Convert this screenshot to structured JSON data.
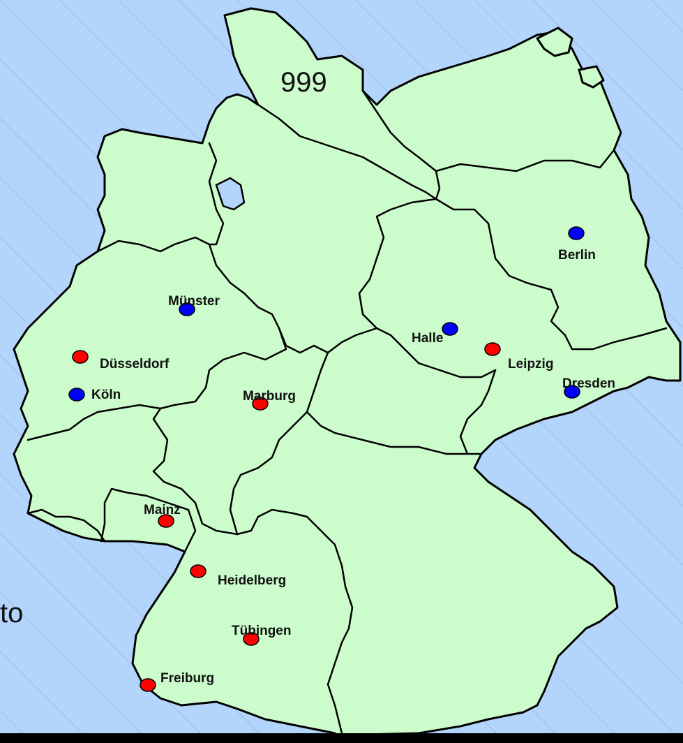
{
  "edge_text": {
    "top_left": "999",
    "bottom_left": "to"
  },
  "colors": {
    "sea": "#b3d4fb",
    "land": "#ccfccc",
    "marker_red": "#ff0000",
    "marker_blue": "#0000ff"
  },
  "cities": [
    {
      "name": "Berlin",
      "color": "blue"
    },
    {
      "name": "Münster",
      "color": "blue"
    },
    {
      "name": "Halle",
      "color": "blue"
    },
    {
      "name": "Düsseldorf",
      "color": "red"
    },
    {
      "name": "Leipzig",
      "color": "red"
    },
    {
      "name": "Köln",
      "color": "blue"
    },
    {
      "name": "Marburg",
      "color": "red"
    },
    {
      "name": "Dresden",
      "color": "blue"
    },
    {
      "name": "Mainz",
      "color": "red"
    },
    {
      "name": "Heidelberg",
      "color": "red"
    },
    {
      "name": "Tübingen",
      "color": "red"
    },
    {
      "name": "Freiburg",
      "color": "red"
    }
  ]
}
